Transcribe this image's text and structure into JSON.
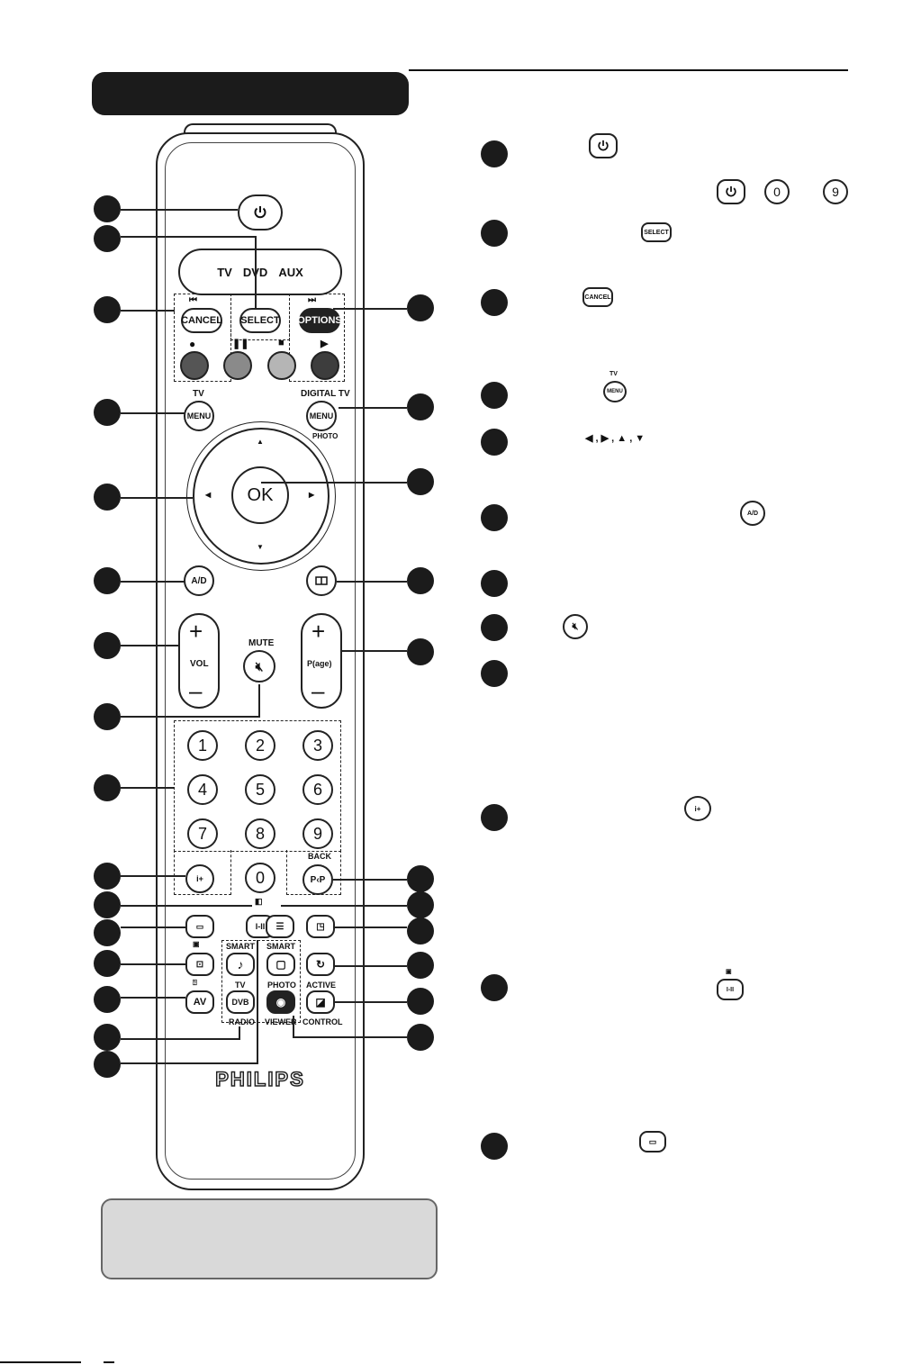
{
  "remote": {
    "mode_labels": {
      "tv": "TV",
      "dvd": "DVD",
      "aux": "AUX"
    },
    "buttons": {
      "select": "SELECT",
      "cancel": "CANCEL",
      "options": "OPTIONS",
      "tv_menu_top": "TV",
      "menu": "MENU",
      "digital_tv": "DIGITAL TV",
      "photo_under_menu": "PHOTO",
      "ok": "OK",
      "ad": "A/D",
      "mute": "MUTE",
      "vol": "VOL",
      "page": "P(age)",
      "back": "BACK",
      "pp": "P‹P",
      "av": "AV",
      "smart1": "SMART",
      "smart2": "SMART",
      "tv_dvb": "TV",
      "dvb": "DVB",
      "radio": "RADIO",
      "photo": "PHOTO",
      "viewer": "VIEWER",
      "active": "ACTIVE",
      "control": "CONTROL",
      "i_ii": "I-II",
      "brand": "PHILIPS"
    },
    "numbers": [
      "1",
      "2",
      "3",
      "4",
      "5",
      "6",
      "7",
      "8",
      "9",
      "0"
    ]
  },
  "legend": {
    "num_row": {
      "zero": "0",
      "nine": "9"
    },
    "select_icon": "SELECT",
    "cancel_icon": "CANCEL",
    "menu_tv": "TV",
    "menu_icon": "MENU",
    "ad_icon": "A/D",
    "i_ii_icon": "I-II"
  }
}
